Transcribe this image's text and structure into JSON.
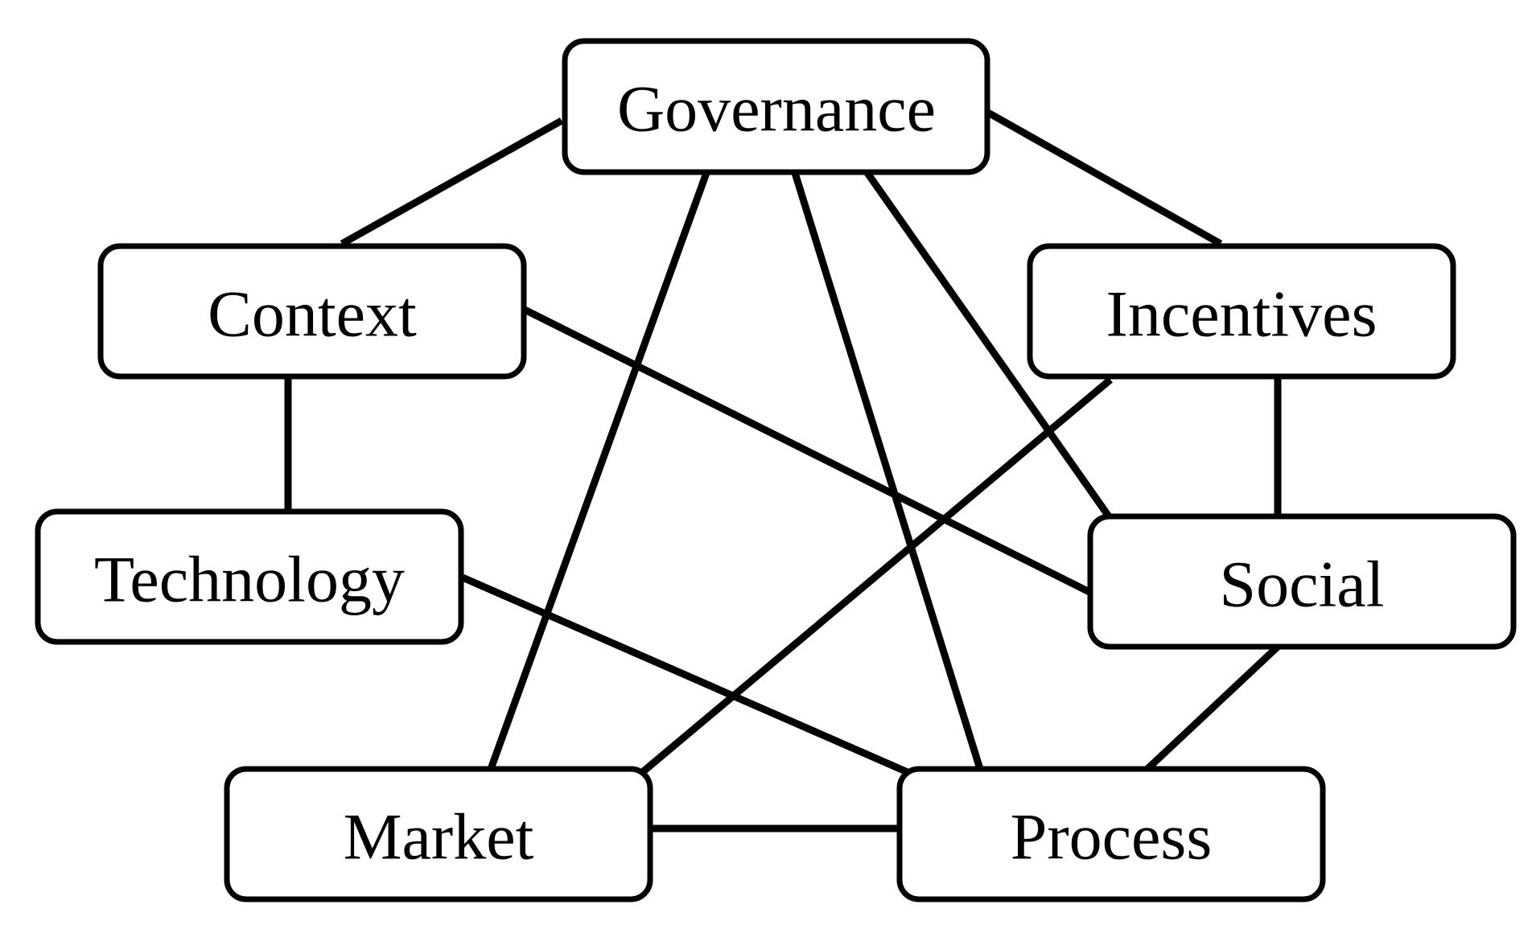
{
  "diagram": {
    "nodes": [
      {
        "id": "governance",
        "label": "Governance"
      },
      {
        "id": "context",
        "label": "Context"
      },
      {
        "id": "incentives",
        "label": "Incentives"
      },
      {
        "id": "technology",
        "label": "Technology"
      },
      {
        "id": "social",
        "label": "Social"
      },
      {
        "id": "market",
        "label": "Market"
      },
      {
        "id": "process",
        "label": "Process"
      }
    ],
    "edges": [
      {
        "from": "governance",
        "to": "context"
      },
      {
        "from": "governance",
        "to": "incentives"
      },
      {
        "from": "governance",
        "to": "market"
      },
      {
        "from": "governance",
        "to": "process"
      },
      {
        "from": "governance",
        "to": "social"
      },
      {
        "from": "context",
        "to": "technology"
      },
      {
        "from": "context",
        "to": "social"
      },
      {
        "from": "incentives",
        "to": "social"
      },
      {
        "from": "incentives",
        "to": "market"
      },
      {
        "from": "technology",
        "to": "process"
      },
      {
        "from": "social",
        "to": "process"
      },
      {
        "from": "market",
        "to": "process"
      }
    ],
    "colors": {
      "line": "#000000",
      "box_fill": "#ffffff",
      "background": "#ffffff"
    }
  }
}
